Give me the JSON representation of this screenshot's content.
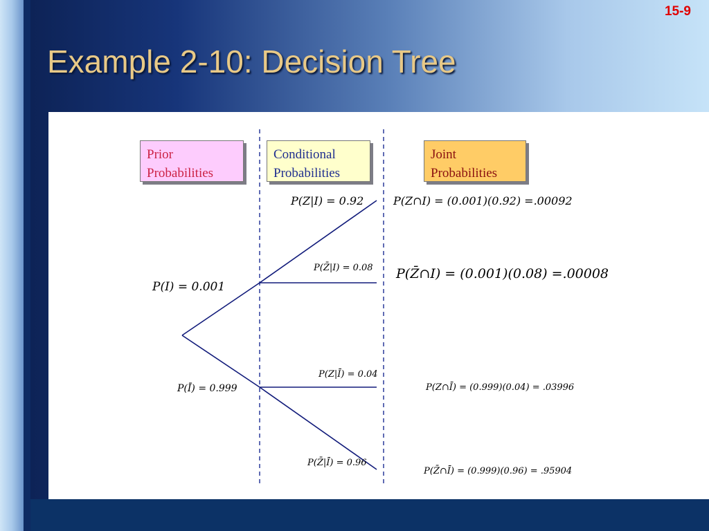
{
  "slide": {
    "number": "15-9",
    "title": "Example 2-10: Decision Tree"
  },
  "headers": {
    "prior": [
      "Prior",
      "Probabilities"
    ],
    "conditional": [
      "Conditional",
      "Probabilities"
    ],
    "joint": [
      "Joint",
      "Probabilities"
    ]
  },
  "tree": {
    "prior": [
      {
        "label": "P(I) = 0.001"
      },
      {
        "label": "P(Ī) = 0.999"
      }
    ],
    "conditional": [
      {
        "label": "P(Z|I) = 0.92"
      },
      {
        "label": "P(Z̄|I) = 0.08"
      },
      {
        "label": "P(Z|Ī) = 0.04"
      },
      {
        "label": "P(Z̄|Ī) = 0.96"
      }
    ],
    "joint": [
      {
        "label": "P(Z∩I) = (0.001)(0.92) =.00092"
      },
      {
        "label": "P(Z̄∩I) = (0.001)(0.08) =.00008"
      },
      {
        "label": "P(Z∩Ī) = (0.999)(0.04) = .03996"
      },
      {
        "label": "P(Z̄∩Ī) = (0.999)(0.96) = .95904"
      }
    ]
  },
  "colors": {
    "title": "#e8c987",
    "slide_number": "#e00000",
    "tree_line": "#101a7a",
    "divider": "#2a3a9a"
  }
}
